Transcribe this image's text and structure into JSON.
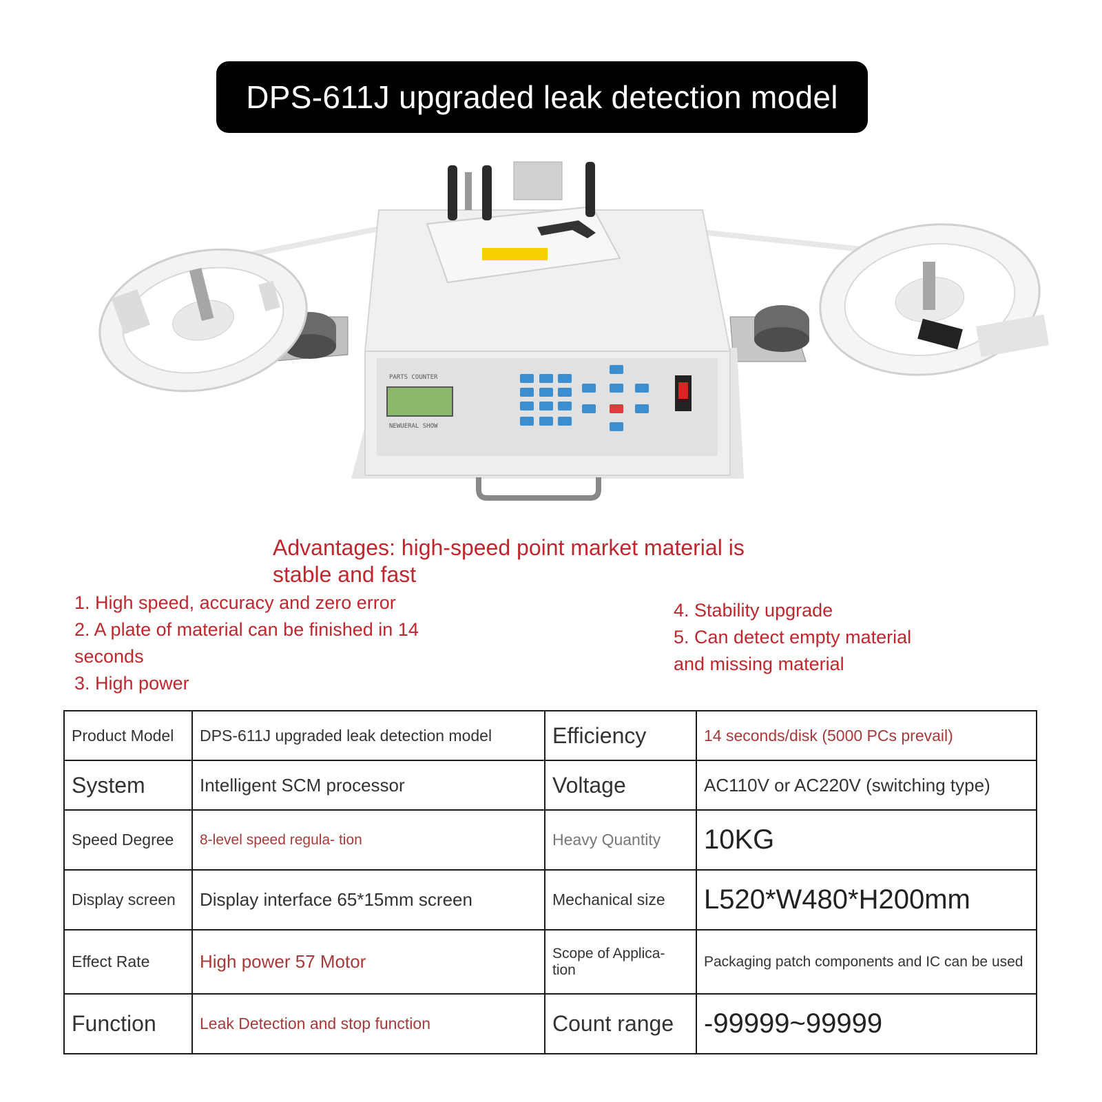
{
  "title": "DPS-611J upgraded leak detection model",
  "panel": {
    "header": "PARTS COUNTER",
    "footer": "NEWUERAL SHOW"
  },
  "advantages_heading": "Advantages: high-speed point market material is stable and fast",
  "features_left": [
    "1. High speed, accuracy and zero error",
    "2. A plate of material can be finished in 14",
    "seconds",
    "3. High power"
  ],
  "features_right": [
    "4. Stability upgrade",
    "5. Can detect empty material",
    "and missing material"
  ],
  "specs": {
    "row1": {
      "k1": "Product Model",
      "v1": "DPS-611J upgraded leak detection model",
      "k2": "Efficiency",
      "v2": "14 seconds/disk (5000 PCs prevail)"
    },
    "row2": {
      "k1": "System",
      "v1": "Intelligent SCM processor",
      "k2": "Voltage",
      "v2": "AC110V or AC220V (switching type)"
    },
    "row3": {
      "k1": "Speed Degree",
      "v1": "8-level speed regula- tion",
      "k2": "Heavy Quantity",
      "v2": "10KG"
    },
    "row4": {
      "k1": "Display screen",
      "v1": "Display interface 65*15mm screen",
      "k2": "Mechanical size",
      "v2": "L520*W480*H200mm"
    },
    "row5": {
      "k1": "Effect Rate",
      "v1": "High power 57 Motor",
      "k2": "Scope of Applica- tion",
      "v2": "Packaging patch components and IC can be used"
    },
    "row6": {
      "k1": "Function",
      "v1": "Leak Detection and stop function",
      "k2": "Count range",
      "v2": "-99999~99999"
    }
  },
  "colors": {
    "accent_red": "#c0272d",
    "title_bg": "#000000"
  }
}
